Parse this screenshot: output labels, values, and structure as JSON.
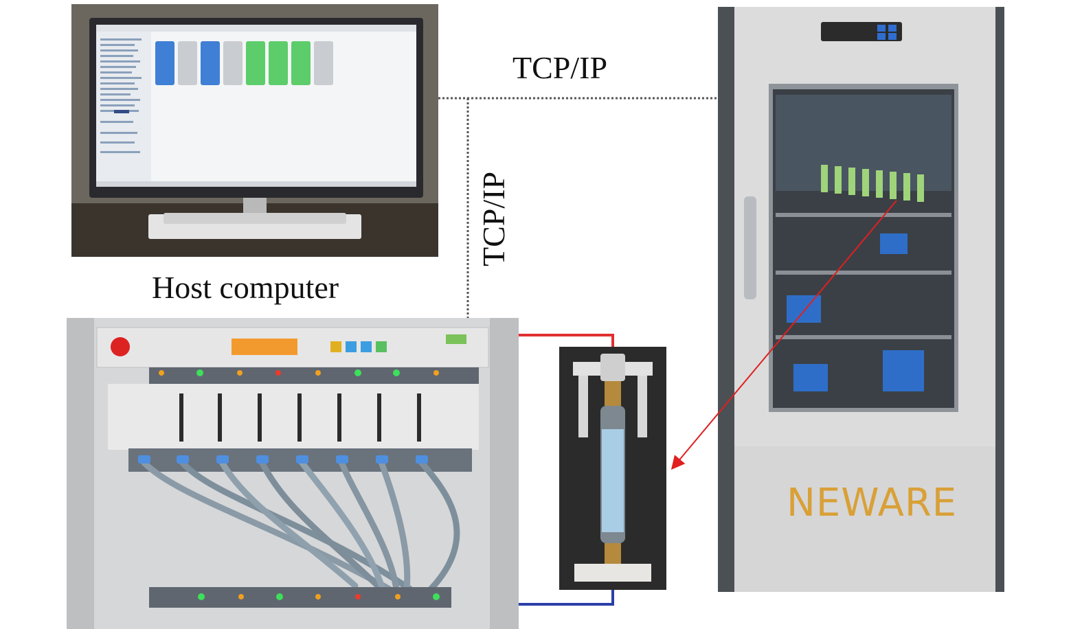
{
  "labels": {
    "tcp_ip_top": "TCP/IP",
    "tcp_ip_side": "TCP/IP",
    "host_computer": "Host computer"
  },
  "chamber": {
    "brand": "NEWARE"
  },
  "colors": {
    "positive_wire": "#e03030",
    "negative_wire": "#2a3fa8",
    "link_line": "#555555",
    "pointer_arrow": "#e02020",
    "chamber_body": "#d8d8d8",
    "brand_text": "#d9a037"
  }
}
